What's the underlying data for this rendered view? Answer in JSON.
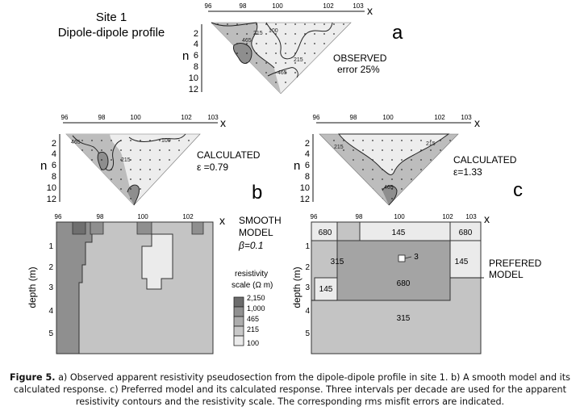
{
  "figure": {
    "site_title": "Site 1",
    "profile_title": "Dipole-dipole profile",
    "x_axis_label": "x",
    "n_axis_label": "n",
    "depth_axis_label": "depth (m)",
    "panels": {
      "a": {
        "letter": "a",
        "label_line1": "OBSERVED",
        "label_line2": "error  25%",
        "x_ticks": [
          "96",
          "98",
          "100",
          "102",
          "103"
        ],
        "n_ticks": [
          "2",
          "4",
          "6",
          "8",
          "10",
          "12"
        ],
        "contour_labels": [
          "100",
          "215",
          "215",
          "465",
          "465"
        ]
      },
      "b": {
        "letter": "b",
        "label_line1": "CALCULATED",
        "label_line2": "ε =0.79",
        "x_ticks": [
          "96",
          "98",
          "100",
          "102",
          "103"
        ],
        "n_ticks": [
          "2",
          "4",
          "6",
          "8",
          "10",
          "12"
        ],
        "contour_labels": [
          "465",
          "100",
          "215"
        ]
      },
      "c": {
        "letter": "c",
        "label_line1": "CALCULATED",
        "label_line2": "ε=1.33",
        "x_ticks": [
          "96",
          "98",
          "100",
          "102",
          "103"
        ],
        "n_ticks": [
          "2",
          "4",
          "6",
          "8",
          "10",
          "12"
        ],
        "contour_labels": [
          "215",
          "215",
          "465"
        ]
      },
      "smooth": {
        "label_line1": "SMOOTH",
        "label_line2": "MODEL",
        "label_line3": "β=0.1",
        "x_ticks": [
          "96",
          "98",
          "100",
          "102"
        ],
        "depth_ticks": [
          "1",
          "2",
          "3",
          "4",
          "5"
        ]
      },
      "prefered": {
        "label_line1": "PREFERED",
        "label_line2": "MODEL",
        "x_ticks": [
          "96",
          "98",
          "100",
          "102",
          "103"
        ],
        "depth_ticks": [
          "1",
          "2",
          "3",
          "4",
          "5"
        ],
        "block_values": [
          "680",
          "145",
          "680",
          "315",
          "3",
          "145",
          "145",
          "680",
          "315"
        ]
      }
    },
    "scale": {
      "title_line1": "resistivity",
      "title_line2": "scale (Ω m)",
      "values": [
        "2,150",
        "1,000",
        "465",
        "215",
        "100"
      ]
    }
  },
  "caption": {
    "label": "Figure 5.",
    "text": "a) Observed apparent resistivity pseudosection from the dipole-dipole profile in site 1.  b) A smooth model and its calculated response. c) Preferred model and its calculated response. Three intervals per decade are used for the apparent resistivity contours and the resistivity scale. The corresponding rms misfit errors are indicated."
  }
}
